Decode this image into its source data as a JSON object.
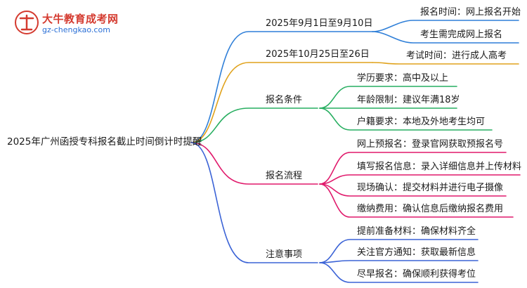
{
  "logo": {
    "title": "大牛教育成考网",
    "url": "gz-chengkao.com",
    "mark_text": "大牛"
  },
  "root": "2025年广州函授专科报名截止时间倒计时提醒",
  "branches": [
    {
      "label": "2025年9月1日至9月10日",
      "color": "#2f7fd8",
      "children": [
        "报名时间：网上报名开始",
        "考生需完成网上报名"
      ]
    },
    {
      "label": "2025年10月25日至26日",
      "color": "#e0a21b",
      "children": [
        "考试时间：进行成人高考"
      ]
    },
    {
      "label": "报名条件",
      "color": "#27ae60",
      "children": [
        "学历要求：高中及以上",
        "年龄限制：建议年满18岁",
        "户籍要求：本地及外地考生均可"
      ]
    },
    {
      "label": "报名流程",
      "color": "#e0196b",
      "children": [
        "网上预报名：登录官网获取预报名号",
        "填写报名信息：录入详细信息并上传材料",
        "现场确认：提交材料并进行电子摄像",
        "缴纳费用：确认信息后缴纳报名费用"
      ]
    },
    {
      "label": "注意事项",
      "color": "#3b63d6",
      "children": [
        "提前准备材料：确保材料齐全",
        "关注官方通知：获取最新信息",
        "尽早报名：确保顺利获得考位"
      ]
    }
  ]
}
